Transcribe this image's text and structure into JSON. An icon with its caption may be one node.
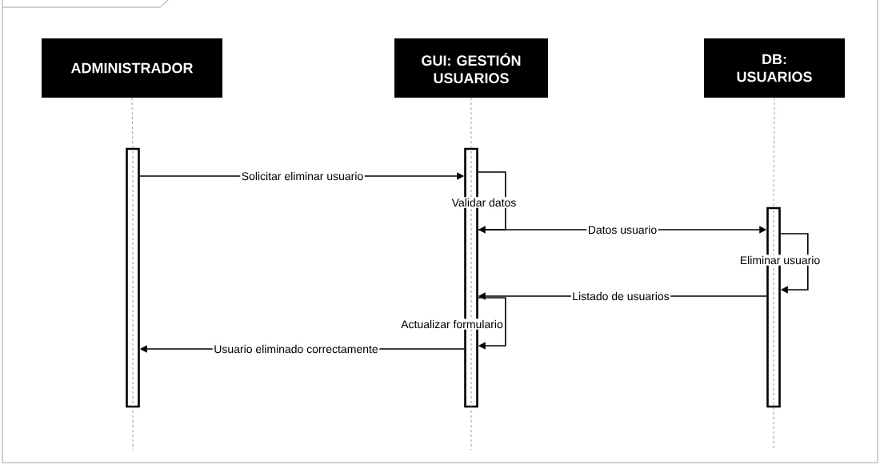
{
  "diagram": {
    "nodes": [
      {
        "text": [
          "ADMINISTRADOR"
        ]
      },
      {
        "text": [
          "GUI: GESTIÓN USUARIOS"
        ]
      },
      {
        "text": [
          "DB: USUARIOS"
        ]
      },
      {
        "text": [],
        "shape": "bar"
      },
      {
        "text": [],
        "shape": "bar"
      },
      {
        "text": [],
        "shape": "bar"
      }
    ],
    "edges": [
      {
        "from": 0,
        "to": 3,
        "arrow": "none",
        "style": "dashed",
        "color": "#808080"
      },
      {
        "from": 1,
        "to": 4,
        "arrow": "none",
        "style": "dashed",
        "color": "#808080"
      },
      {
        "from": 2,
        "to": 5,
        "arrow": "none",
        "style": "dashed",
        "color": "#808080"
      },
      {
        "from": 3,
        "to": 4,
        "arrow": "to",
        "label": "Solicitar eliminar usuario"
      },
      {
        "from": 4,
        "to": 4,
        "arrow": "to",
        "label": "Validar datos"
      },
      {
        "from": 4,
        "to": 5,
        "arrow": "to",
        "label": "Datos usuario"
      },
      {
        "from": 5,
        "to": 5,
        "arrow": "to",
        "label": "Eliminar usuario"
      },
      {
        "from": 5,
        "to": 4,
        "arrow": "to",
        "label": "Listado de usuarios"
      },
      {
        "from": 4,
        "to": 4,
        "arrow": "to",
        "label": "Actualizar formulario"
      },
      {
        "from": 4,
        "to": 3,
        "arrow": "to",
        "label": "Usuario eliminado correctamente"
      }
    ]
  }
}
